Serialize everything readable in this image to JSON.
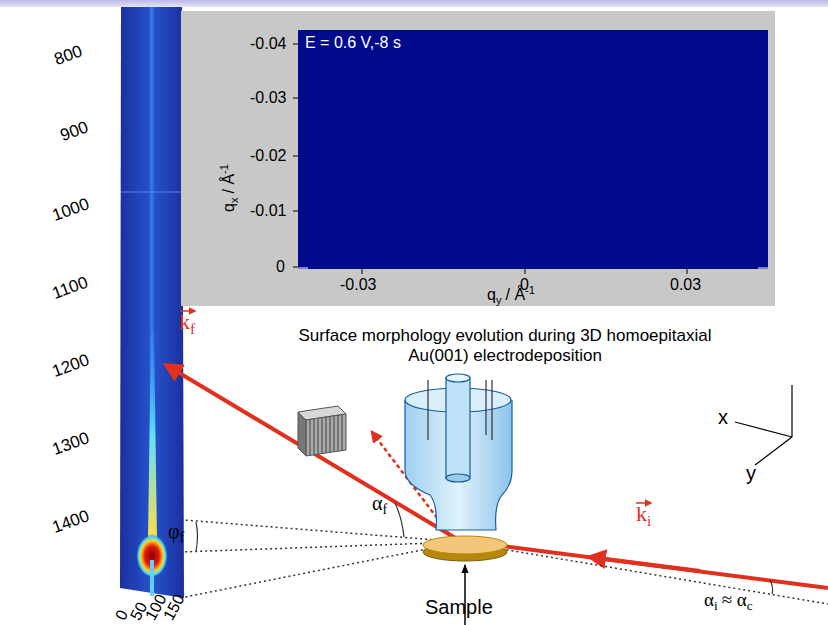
{
  "diagram": {
    "labels": [
      "800",
      "900",
      "1000",
      "1100",
      "1200",
      "1300",
      "1400",
      "0",
      "50",
      "100",
      "150",
      "E = 0.6 V,-8 s",
      "-0.04",
      "-0.03",
      "-0.02",
      "-0.01",
      "0",
      "-0.03",
      "0",
      "0.03",
      "q",
      "x",
      "/ Å",
      "-1",
      "q",
      "y",
      "/ Å",
      "-1",
      "Surface morphology evolution during 3D homoepitaxial Au(001) electrodeposition",
      "k",
      "f",
      "k",
      "i",
      "α",
      "f",
      "φ",
      "f",
      "α",
      "i",
      "≈ α",
      "c",
      "Sample",
      "x",
      "y"
    ]
  }
}
